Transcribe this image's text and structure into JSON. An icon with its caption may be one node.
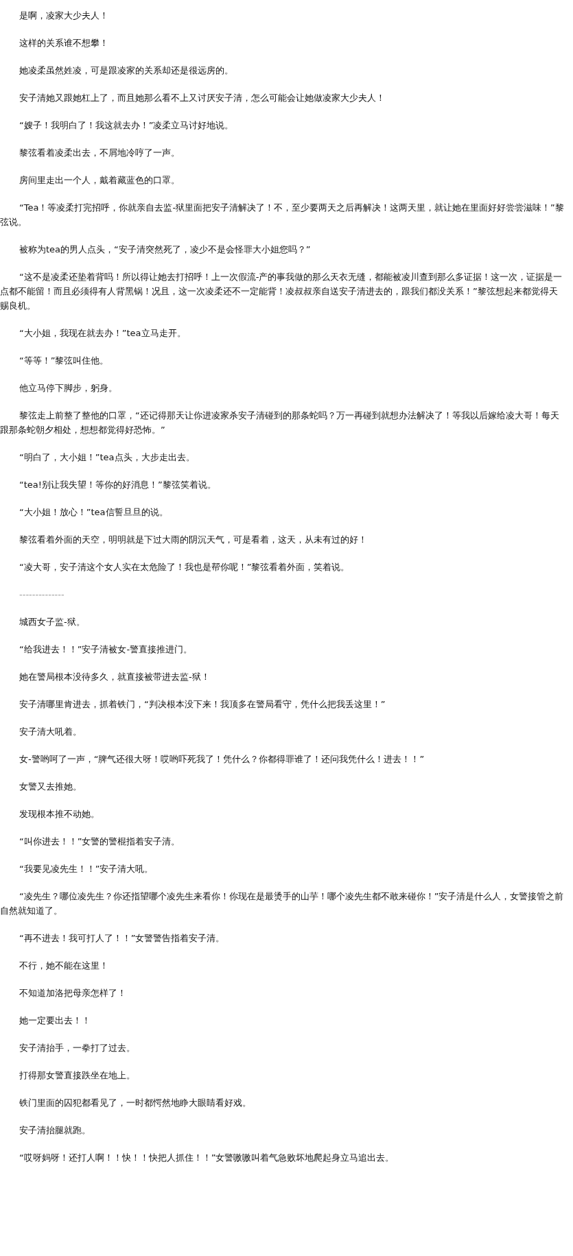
{
  "diagram": {
    "labels": [
      "是啊，凌家大少夫人！",
      "这样的关系谁不想攀！",
      "她凌柔虽然姓凌，可是跟凌家的关系却还是很远房的。",
      "安子清她又跟她杠上了，而且她那么看不上又讨厌安子清，怎么可能会让她做凌家大少夫人！",
      "“嫂子！我明白了！我这就去办！”凌柔立马讨好地说。",
      "黎弦看着凌柔出去，不屑地冷哼了一声。",
      "房间里走出一个人，戴着藏蓝色的口罩。",
      "“Tea！等凌柔打完招呼，你就亲自去监-狱里面把安子清解决了！不，至少要两天之后再解决！这两天里，就让她在里面好好尝尝滋味！”黎弦说。",
      "被称为tea的男人点头，“安子清突然死了，凌少不是会怪罪大小姐您吗？”",
      "“这不是凌柔还垫着背吗！所以得让她去打招呼！上一次假流-产的事我做的那么天衣无缝，都能被凌川查到那么多证据！这一次，证据是一点都不能留！而且必须得有人背黑锅！况且，这一次凌柔还不一定能背！凌叔叔亲自送安子清进去的，跟我们都没关系！”黎弦想起来都觉得天赐良机。",
      "“大小姐，我现在就去办！”tea立马走开。",
      "“等等！”黎弦叫住他。",
      "他立马停下脚步，躬身。",
      "黎弦走上前整了整他的口罩，“还记得那天让你进凌家杀安子清碰到的那条蛇吗？万一再碰到就想办法解决了！等我以后嫁给凌大哥！每天跟那条蛇朝夕相处，想想都觉得好恐怖。”",
      "“明白了，大小姐！”tea点头，大步走出去。",
      "“tea!别让我失望！等你的好消息！”黎弦笑着说。",
      "“大小姐！放心！”tea信誓旦旦的说。",
      "黎弦看着外面的天空，明明就是下过大雨的阴沉天气，可是看着，这天，从未有过的好！",
      "“凌大哥，安子清这个女人实在太危险了！我也是帮你呢！”黎弦看着外面，笑着说。",
      "--------------",
      "城西女子监-狱。",
      "“给我进去！！”安子清被女-警直接推进门。",
      "她在警局根本没待多久，就直接被带进去监-狱！",
      "安子清哪里肯进去，抓着铁门，“判决根本没下来！我顶多在警局看守，凭什么把我丢这里！”",
      "安子清大吼着。",
      "女-警哟呵了一声，“脾气还很大呀！哎哟吓死我了！凭什么？你都得罪谁了！还问我凭什么！进去！！”",
      "女警又去推她。",
      "发现根本推不动她。",
      "“叫你进去！！”女警的警棍指着安子清。",
      "“我要见凌先生！！”安子清大吼。",
      "“凌先生？哪位凌先生？你还指望哪个凌先生来看你！你现在是最烫手的山芋！哪个凌先生都不敢来碰你！”安子清是什么人，女警接管之前自然就知道了。",
      "“再不进去！我可打人了！！”女警警告指着安子清。",
      "不行，她不能在这里！",
      "不知道加洛把母亲怎样了！",
      "她一定要出去！！",
      "安子清抬手，一拳打了过去。",
      "打得那女警直接跌坐在地上。",
      "铁门里面的囚犯都看见了，一时都愕然地睁大眼睛看好戏。",
      "安子清抬腿就跑。",
      "“哎呀妈呀！还打人啊！！快！！快把人抓住！！”女警嗷嗷叫着气急败坏地爬起身立马追出去。"
    ]
  }
}
